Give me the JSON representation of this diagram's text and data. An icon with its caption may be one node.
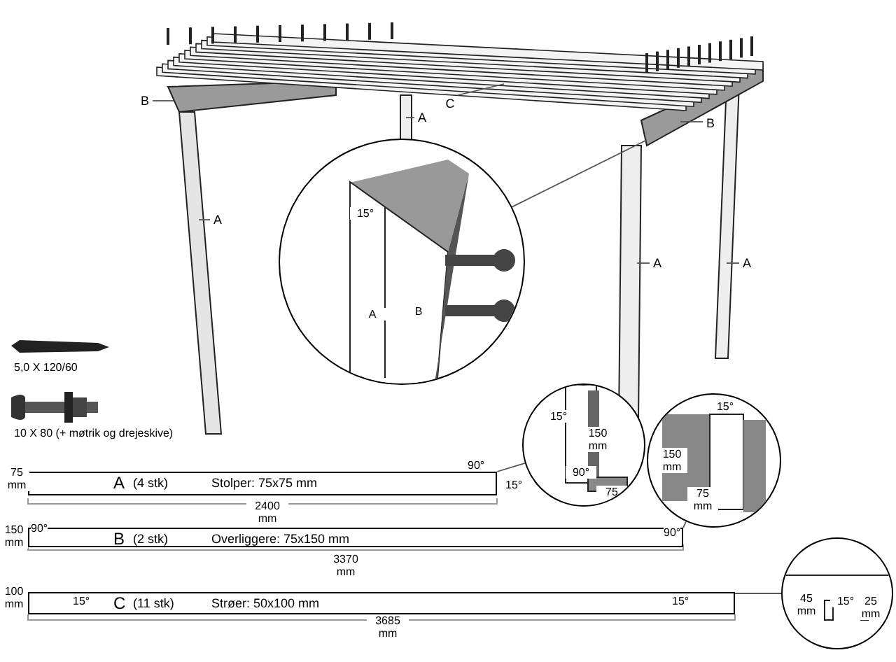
{
  "diagram": {
    "nodes": [
      {
        "text": [
          "B"
        ]
      },
      {
        "text": [
          "A"
        ]
      },
      {
        "text": [
          "C"
        ]
      },
      {
        "text": [
          "B"
        ]
      },
      {
        "text": [
          "A"
        ]
      },
      {
        "text": [
          "A"
        ]
      },
      {
        "text": [
          "A"
        ]
      },
      {
        "text": [
          "15°",
          "A",
          "B"
        ]
      },
      {
        "text": [
          "15°",
          "150 mm",
          "90°",
          "75 mm"
        ]
      },
      {
        "text": [
          "15°",
          "150 mm",
          "75 mm"
        ]
      },
      {
        "text": [
          "45 mm",
          "15°",
          "25 mm"
        ]
      },
      {
        "text": [
          "A",
          "(4 stk)",
          "Stolper: 75x75 mm"
        ]
      },
      {
        "text": [
          "B",
          "(2 stk)",
          "Overliggere: 75x150 mm"
        ]
      },
      {
        "text": [
          "C",
          "(11 stk)",
          "Strøer: 50x100 mm"
        ]
      }
    ],
    "edges": [
      {
        "from": 0,
        "to": null,
        "arrow": "none"
      },
      {
        "from": 1,
        "to": null,
        "arrow": "none"
      },
      {
        "from": 2,
        "to": null,
        "arrow": "none"
      },
      {
        "from": 3,
        "to": null,
        "arrow": "none"
      },
      {
        "from": 4,
        "to": null,
        "arrow": "none"
      },
      {
        "from": 5,
        "to": null,
        "arrow": "none"
      },
      {
        "from": 6,
        "to": null,
        "arrow": "none"
      },
      {
        "from": 7,
        "to": null,
        "arrow": "none"
      },
      {
        "from": 8,
        "to": 11,
        "arrow": "none"
      },
      {
        "from": 9,
        "to": 12,
        "arrow": "none"
      },
      {
        "from": 10,
        "to": 13,
        "arrow": "none"
      }
    ],
    "labels": [
      "5,0 X 120/60",
      "10 X 80 (+ møtrik og drejeskive)",
      "75 mm",
      "90°",
      "15°",
      "2400 mm",
      "150 mm",
      "90°",
      "90°",
      "3370 mm",
      "100 mm",
      "15°",
      "15°",
      "3685 mm"
    ]
  }
}
